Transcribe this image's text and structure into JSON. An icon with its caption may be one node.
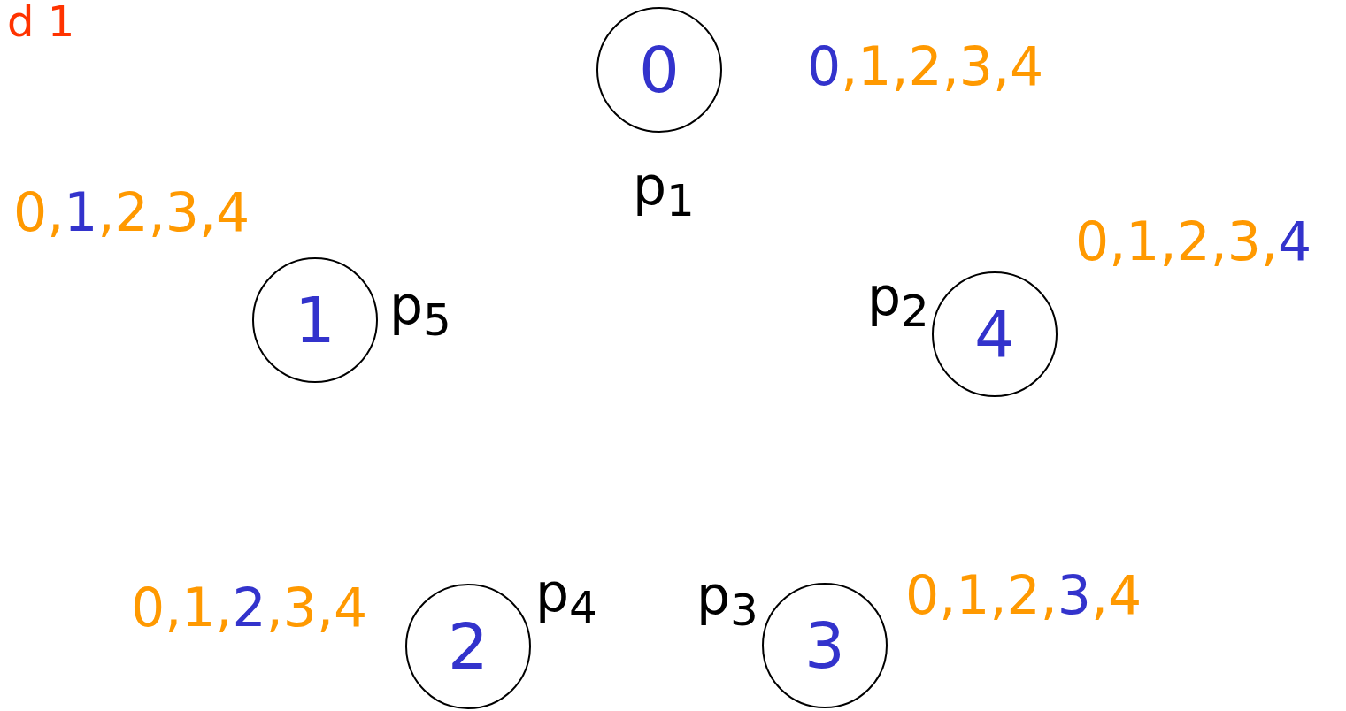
{
  "diagram": {
    "nodes": [
      {
        "text": [
          "0"
        ],
        "beside": [
          "p$_{1}$",
          "0,1,2,3,4"
        ]
      },
      {
        "text": [
          "1"
        ],
        "beside": [
          "p$_{5}$",
          "0,1,2,3,4"
        ]
      },
      {
        "text": [
          "4"
        ],
        "beside": [
          "p$_{2}$",
          "0,1,2,3,4"
        ]
      },
      {
        "text": [
          "2"
        ],
        "beside": [
          "p$_{4}$",
          "0,1,2,3,4"
        ]
      },
      {
        "text": [
          "3"
        ],
        "beside": [
          "p$_{3}$",
          "0,1,2,3,4"
        ]
      }
    ],
    "labels": [
      "d 1"
    ]
  }
}
